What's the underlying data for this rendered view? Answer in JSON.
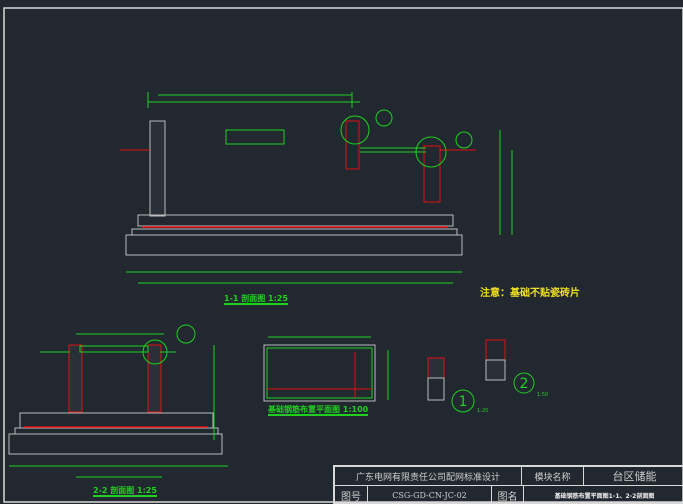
{
  "drawing": {
    "note": "注意：基础不贴瓷砖片",
    "section_1_caption": "1-1  剖面图   1:25",
    "section_2_caption": "2-2  剖面图   1:25",
    "plan_caption": "基础钢筋布置平面图   1:100",
    "detail_1_label": "1",
    "detail_2_label": "2",
    "detail_1_scale": "1:20",
    "detail_2_scale": "1:50"
  },
  "title_block": {
    "company": "广东电网有限责任公司配网标准设计",
    "module_label": "模块名称",
    "module_name": "台区储能",
    "drawing_no_label": "图号",
    "drawing_no": "CSG-GD-CN-JC-02",
    "drawing_name_label": "图名",
    "drawing_name": "基础钢筋布置平面图1-1、2-2剖面图"
  },
  "colors": {
    "background": "#212830",
    "line": "#1fd11f",
    "rebar": "#e01010",
    "note": "#f0e020",
    "frame": "#d8d8d8"
  }
}
